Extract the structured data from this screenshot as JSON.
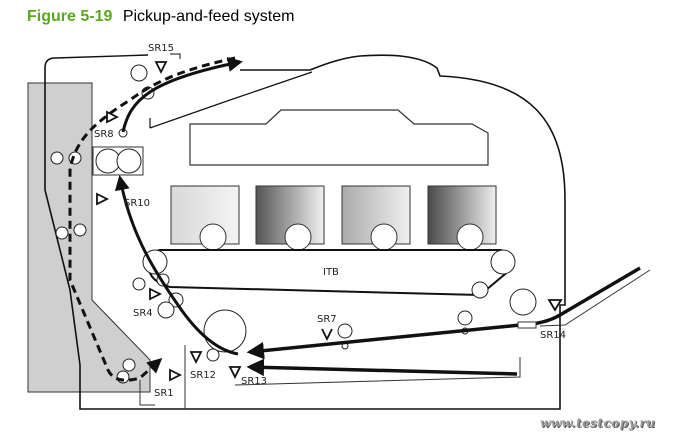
{
  "figure": {
    "number": "Figure 5-19",
    "title": "Pickup-and-feed system"
  },
  "labels": {
    "sr15": "SR15",
    "sr8": "SR8",
    "sr10": "SR10",
    "sr4": "SR4",
    "sr1": "SR1",
    "sr12": "SR12",
    "sr13": "SR13",
    "sr7": "SR7",
    "sr14": "SR14",
    "itb": "ITB"
  },
  "cartridges": [
    {
      "name": "cartridge-1",
      "shade": "#e6e6e6"
    },
    {
      "name": "cartridge-2",
      "shade": "#7a7a7a"
    },
    {
      "name": "cartridge-3",
      "shade": "#c8c8c8"
    },
    {
      "name": "cartridge-4",
      "shade": "#707070"
    }
  ],
  "watermark": "www.testcopy.ru"
}
